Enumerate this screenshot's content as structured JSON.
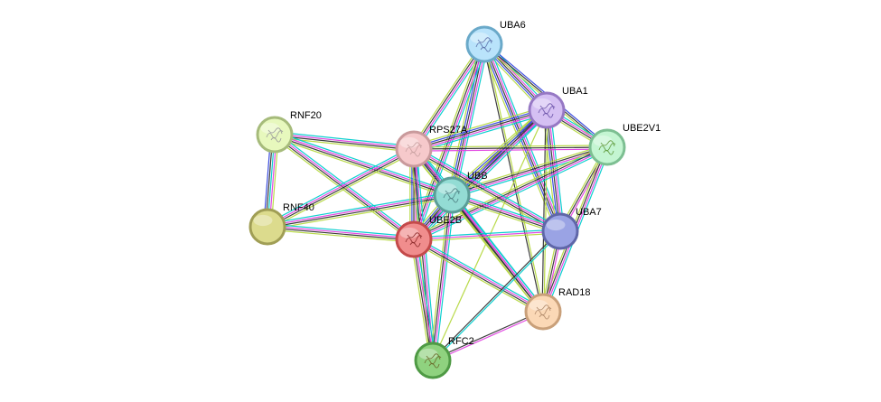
{
  "network": {
    "nodes": [
      {
        "id": "UBA6",
        "label": "UBA6",
        "fill": "#b9e3fb",
        "stroke": "#6aa9c9",
        "icon": "protein-structure-icon",
        "icon_color": "#5b6fa8"
      },
      {
        "id": "UBA1",
        "label": "UBA1",
        "fill": "#d5c0f3",
        "stroke": "#9678c4",
        "icon": "protein-structure-icon",
        "icon_color": "#6a52a8"
      },
      {
        "id": "UBE2V1",
        "label": "UBE2V1",
        "fill": "#c4f5d2",
        "stroke": "#7dbf92",
        "icon": "protein-structure-icon",
        "icon_color": "#5f9a3c"
      },
      {
        "id": "RNF20",
        "label": "RNF20",
        "fill": "#e7f8bd",
        "stroke": "#a6bb7b",
        "icon": "protein-structure-icon",
        "icon_color": "#9a9a9a"
      },
      {
        "id": "RPS27A",
        "label": "RPS27A",
        "fill": "#f6c9cb",
        "stroke": "#c99a9c",
        "icon": "protein-structure-icon",
        "icon_color": "#c8a0a0"
      },
      {
        "id": "UBB",
        "label": "UBB",
        "fill": "#93dcd4",
        "stroke": "#5b9e98",
        "icon": "protein-structure-icon",
        "icon_color": "#4e7f82"
      },
      {
        "id": "RNF40",
        "label": "RNF40",
        "fill": "#dcdb8d",
        "stroke": "#a09e55",
        "icon": "",
        "icon_color": ""
      },
      {
        "id": "UBE2B",
        "label": "UBE2B",
        "fill": "#f08d8d",
        "stroke": "#c44a4a",
        "icon": "protein-structure-icon",
        "icon_color": "#8c2a2a"
      },
      {
        "id": "UBA7",
        "label": "UBA7",
        "fill": "#9aa3e4",
        "stroke": "#5f66a8",
        "icon": "",
        "icon_color": ""
      },
      {
        "id": "RAD18",
        "label": "RAD18",
        "fill": "#fbd8b6",
        "stroke": "#c9a07a",
        "icon": "protein-structure-icon",
        "icon_color": "#b08a6a"
      },
      {
        "id": "RFC2",
        "label": "RFC2",
        "fill": "#8fd27f",
        "stroke": "#4f9a45",
        "icon": "protein-structure-icon",
        "icon_color": "#6a6a2a"
      }
    ],
    "edges": [
      {
        "a": "UBA6",
        "b": "UBA1",
        "colors": [
          "#00cccc",
          "#e040e0",
          "#333333",
          "#3344dd",
          "#b5d840"
        ]
      },
      {
        "a": "UBA6",
        "b": "UBE2V1",
        "colors": [
          "#3344dd",
          "#333333",
          "#b5d840"
        ]
      },
      {
        "a": "UBA6",
        "b": "RPS27A",
        "colors": [
          "#00cccc",
          "#e040e0",
          "#333333",
          "#b5d840"
        ]
      },
      {
        "a": "UBA6",
        "b": "UBB",
        "colors": [
          "#00cccc",
          "#e040e0",
          "#333333",
          "#3344dd",
          "#b5d840"
        ]
      },
      {
        "a": "UBA6",
        "b": "UBE2B",
        "colors": [
          "#00cccc",
          "#e040e0",
          "#333333",
          "#b5d840"
        ]
      },
      {
        "a": "UBA6",
        "b": "UBA7",
        "colors": [
          "#00cccc",
          "#e040e0",
          "#333333",
          "#3344dd",
          "#b5d840"
        ]
      },
      {
        "a": "UBA6",
        "b": "RAD18",
        "colors": [
          "#b5d840",
          "#333333"
        ]
      },
      {
        "a": "UBA1",
        "b": "UBE2V1",
        "colors": [
          "#00cccc",
          "#e040e0",
          "#333333",
          "#b5d840"
        ]
      },
      {
        "a": "UBA1",
        "b": "RPS27A",
        "colors": [
          "#00cccc",
          "#e040e0",
          "#333333",
          "#3344dd",
          "#b5d840"
        ]
      },
      {
        "a": "UBA1",
        "b": "UBB",
        "colors": [
          "#00cccc",
          "#e040e0",
          "#333333",
          "#3344dd",
          "#b5d840"
        ]
      },
      {
        "a": "UBA1",
        "b": "UBE2B",
        "colors": [
          "#00cccc",
          "#e040e0",
          "#333333",
          "#3344dd",
          "#b5d840"
        ]
      },
      {
        "a": "UBA1",
        "b": "UBA7",
        "colors": [
          "#00cccc",
          "#e040e0",
          "#333333",
          "#3344dd",
          "#b5d840"
        ]
      },
      {
        "a": "UBA1",
        "b": "RAD18",
        "colors": [
          "#b5d840",
          "#333333"
        ]
      },
      {
        "a": "UBA1",
        "b": "RFC2",
        "colors": [
          "#b5d840"
        ]
      },
      {
        "a": "UBE2V1",
        "b": "RPS27A",
        "colors": [
          "#e040e0",
          "#333333",
          "#b5d840"
        ]
      },
      {
        "a": "UBE2V1",
        "b": "UBB",
        "colors": [
          "#00cccc",
          "#e040e0",
          "#333333",
          "#b5d840"
        ]
      },
      {
        "a": "UBE2V1",
        "b": "UBE2B",
        "colors": [
          "#00cccc",
          "#e040e0",
          "#333333",
          "#b5d840"
        ]
      },
      {
        "a": "UBE2V1",
        "b": "UBA7",
        "colors": [
          "#e040e0",
          "#333333",
          "#b5d840"
        ]
      },
      {
        "a": "UBE2V1",
        "b": "RAD18",
        "colors": [
          "#00cccc",
          "#e040e0",
          "#333333",
          "#b5d840"
        ]
      },
      {
        "a": "RNF20",
        "b": "RNF40",
        "colors": [
          "#b5d840",
          "#e040e0",
          "#00cccc",
          "#333333",
          "#3344dd"
        ]
      },
      {
        "a": "RNF20",
        "b": "RPS27A",
        "colors": [
          "#00cccc",
          "#e040e0",
          "#333333",
          "#b5d840"
        ]
      },
      {
        "a": "RNF20",
        "b": "UBB",
        "colors": [
          "#00cccc",
          "#e040e0",
          "#333333",
          "#b5d840"
        ]
      },
      {
        "a": "RNF20",
        "b": "UBE2B",
        "colors": [
          "#00cccc",
          "#e040e0",
          "#333333",
          "#b5d840"
        ]
      },
      {
        "a": "RNF40",
        "b": "RPS27A",
        "colors": [
          "#00cccc",
          "#e040e0",
          "#333333",
          "#b5d840"
        ]
      },
      {
        "a": "RNF40",
        "b": "UBB",
        "colors": [
          "#00cccc",
          "#e040e0",
          "#333333",
          "#b5d840"
        ]
      },
      {
        "a": "RNF40",
        "b": "UBE2B",
        "colors": [
          "#00cccc",
          "#e040e0",
          "#333333",
          "#b5d840"
        ]
      },
      {
        "a": "RPS27A",
        "b": "UBB",
        "colors": [
          "#00cccc",
          "#e040e0",
          "#333333",
          "#3344dd",
          "#b5d840"
        ]
      },
      {
        "a": "RPS27A",
        "b": "UBE2B",
        "colors": [
          "#00cccc",
          "#e040e0",
          "#333333",
          "#3344dd",
          "#b5d840"
        ]
      },
      {
        "a": "RPS27A",
        "b": "UBA7",
        "colors": [
          "#00cccc",
          "#e040e0",
          "#333333",
          "#b5d840"
        ]
      },
      {
        "a": "RPS27A",
        "b": "RAD18",
        "colors": [
          "#00cccc",
          "#e040e0",
          "#333333",
          "#b5d840"
        ]
      },
      {
        "a": "RPS27A",
        "b": "RFC2",
        "colors": [
          "#00cccc",
          "#e040e0",
          "#333333",
          "#b5d840"
        ]
      },
      {
        "a": "UBB",
        "b": "UBE2B",
        "colors": [
          "#00cccc",
          "#e040e0",
          "#333333",
          "#3344dd",
          "#b5d840"
        ]
      },
      {
        "a": "UBB",
        "b": "UBA7",
        "colors": [
          "#00cccc",
          "#e040e0",
          "#333333",
          "#b5d840"
        ]
      },
      {
        "a": "UBB",
        "b": "RAD18",
        "colors": [
          "#00cccc",
          "#e040e0",
          "#333333",
          "#b5d840"
        ]
      },
      {
        "a": "UBB",
        "b": "RFC2",
        "colors": [
          "#00cccc",
          "#e040e0",
          "#333333",
          "#b5d840"
        ]
      },
      {
        "a": "UBE2B",
        "b": "UBA7",
        "colors": [
          "#00cccc",
          "#e040e0",
          "#b5d840"
        ]
      },
      {
        "a": "UBE2B",
        "b": "RAD18",
        "colors": [
          "#00cccc",
          "#e040e0",
          "#333333",
          "#b5d840"
        ]
      },
      {
        "a": "UBE2B",
        "b": "RFC2",
        "colors": [
          "#00cccc",
          "#e040e0",
          "#333333",
          "#b5d840"
        ]
      },
      {
        "a": "UBA7",
        "b": "RAD18",
        "colors": [
          "#e040e0",
          "#333333",
          "#b5d840"
        ]
      },
      {
        "a": "UBA7",
        "b": "RFC2",
        "colors": [
          "#00cccc",
          "#333333"
        ]
      },
      {
        "a": "RAD18",
        "b": "RFC2",
        "colors": [
          "#e040e0",
          "#333333"
        ]
      }
    ]
  }
}
